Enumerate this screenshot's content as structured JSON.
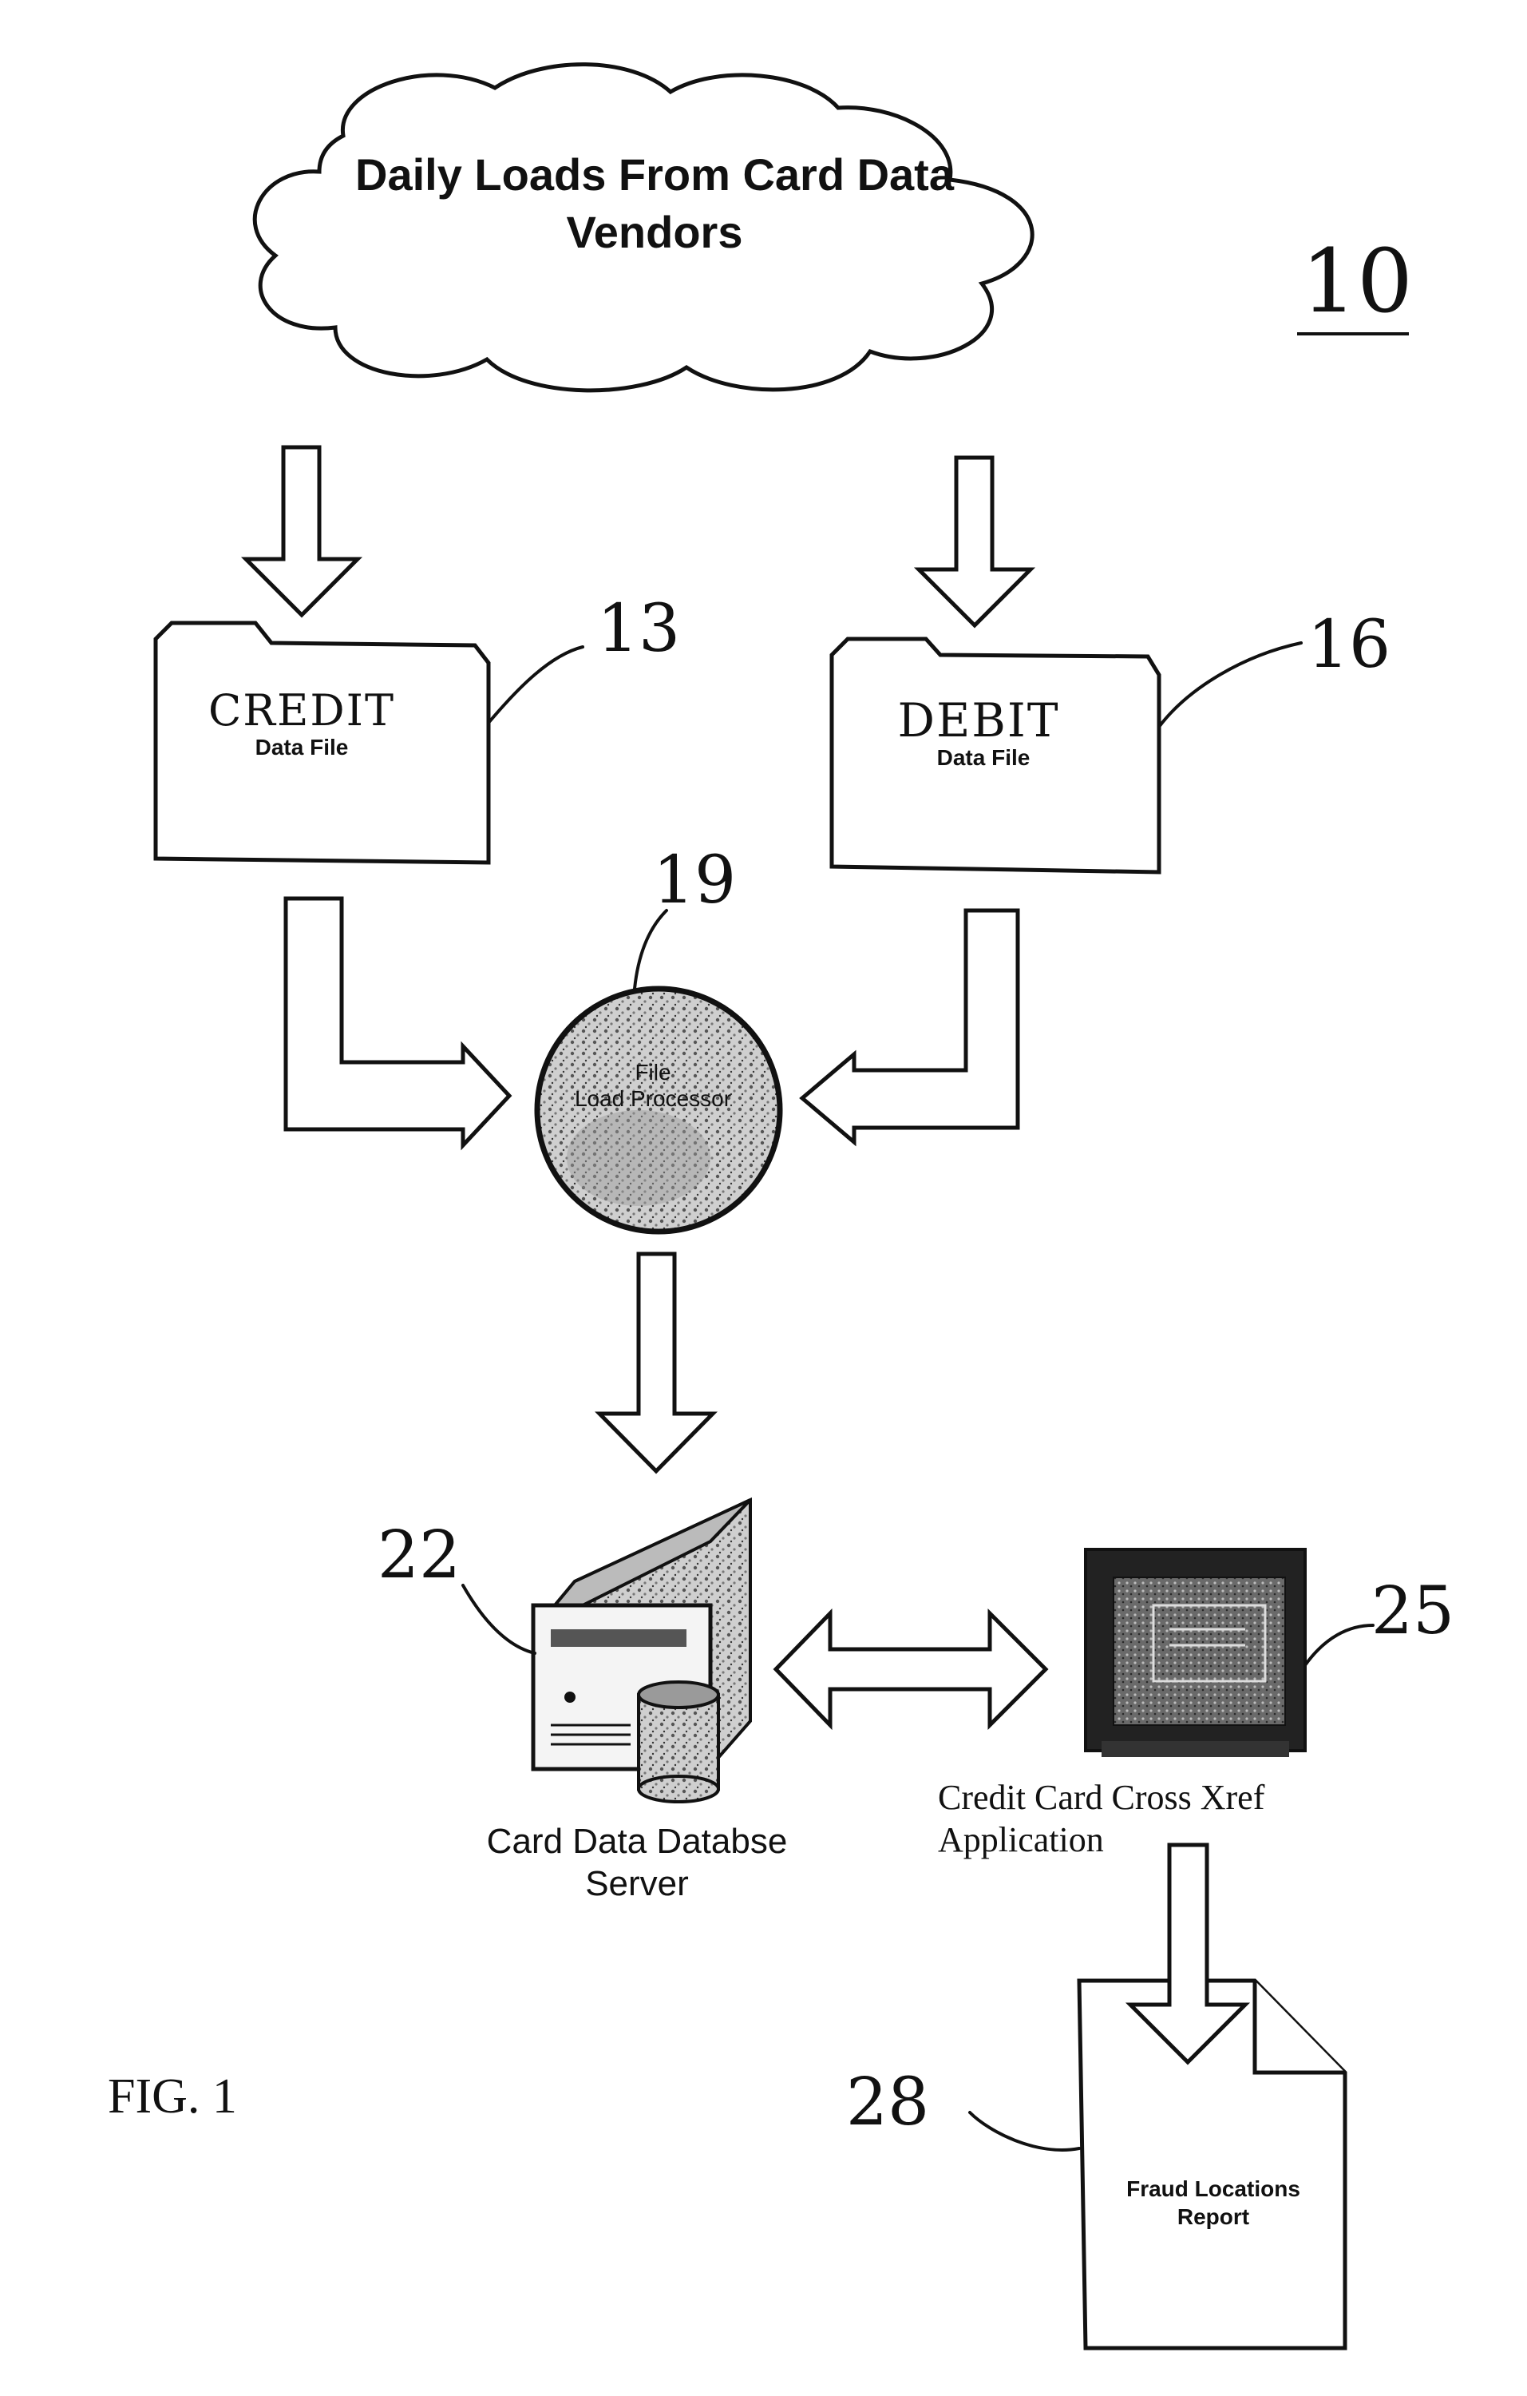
{
  "figure": {
    "number": "10",
    "caption": "FIG. 1"
  },
  "cloud": {
    "line1": "Daily Loads From Card Data",
    "line2": "Vendors"
  },
  "credit_file": {
    "title": "CREDIT",
    "subtitle": "Data File",
    "ref": "13"
  },
  "debit_file": {
    "title": "DEBIT",
    "subtitle": "Data File",
    "ref": "16"
  },
  "processor": {
    "line1": "File",
    "line2": "Load Processor",
    "ref": "19"
  },
  "server": {
    "line1": "Card Data Databse",
    "line2": "Server",
    "ref": "22"
  },
  "application": {
    "line1": "Credit Card Cross Xref",
    "line2": "Application",
    "ref": "25"
  },
  "report": {
    "line1": "Fraud Locations",
    "line2": "Report",
    "ref": "28"
  }
}
